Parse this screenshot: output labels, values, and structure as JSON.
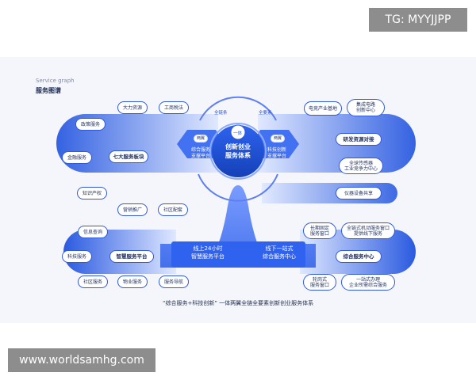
{
  "watermarks": {
    "top": "TG: MYYJJPP",
    "bottom": "www.worldsamhg.com"
  },
  "header": {
    "subtitle": "Service graph",
    "title": "服务图谱"
  },
  "center": {
    "core": "创新创业\n服务体系",
    "top_badge": "一体",
    "left_wing_label": "两翼",
    "right_wing_label": "两翼",
    "left_wing_text": "综合服务\n支撑平台",
    "right_wing_text": "科技创新\n支撑平台",
    "left_arc": "全链条",
    "right_arc": "全要素",
    "bottom_left": "线上24小时\n智慧服务平台",
    "bottom_right": "线下一站式\n综合服务中心"
  },
  "left_group_1": {
    "main": "七大服务板块",
    "items": [
      "大力资源",
      "工商税法",
      "政策服务",
      "金融服务",
      "知识产权",
      "营销推广",
      "社区配套"
    ]
  },
  "left_group_2": {
    "main": "智慧服务平台",
    "items": [
      "信息查询",
      "科技服务",
      "社区服务",
      "物业服务",
      "服务导航"
    ]
  },
  "right_group_1": {
    "items": [
      "电竞产业基地",
      "集成电路\n创新中心",
      "研发资源对接",
      "全球传感器\n工业竞争力中心",
      "仪器设备共享"
    ]
  },
  "right_group_2": {
    "main": "综合服务中心",
    "items": [
      "长期固定\n服务窗口",
      "全链式机动服务窗口\n提供线下服务",
      "轮岗式\n服务窗口",
      "一站式办理\n企业所需综合服务"
    ]
  },
  "caption": "“综合服务+科技创新” 一体两翼全链全要素创新创业服务体系"
}
